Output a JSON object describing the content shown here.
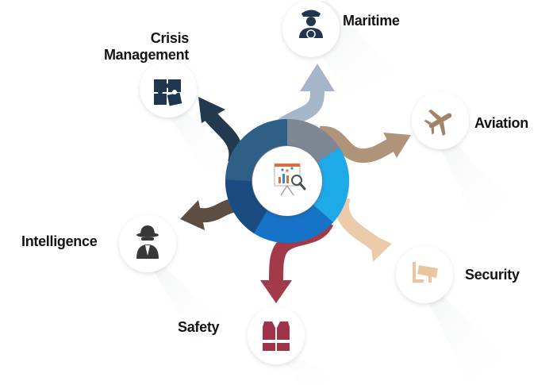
{
  "labels": {
    "maritime": "Maritime",
    "aviation": "Aviation",
    "security": "Security",
    "safety": "Safety",
    "intelligence": "Intelligence",
    "crisis_line1": "Crisis",
    "crisis_line2": "Management"
  },
  "colors": {
    "maritime": "#a4b6c7",
    "aviation": "#b0947a",
    "security": "#eccbaa",
    "safety": "#a23a4a",
    "intelligence": "#5c4e42",
    "crisis": "#22394e",
    "ring_gray": "#6f7b88",
    "ring_dark": "#2e5f86",
    "ring_cyan": "#1ea9e8",
    "ring_blue": "#1773c8",
    "ring_navy": "#1a4c82",
    "icon_dark": "#1f3550",
    "icon_light": "#eac5a0",
    "icon_red": "#a0334a",
    "shadow": "#eef0f2"
  },
  "icons": {
    "center": "presentation-chart-icon",
    "maritime": "captain-helm-icon",
    "aviation": "airplane-icon",
    "security": "security-camera-icon",
    "safety": "life-vest-icon",
    "intelligence": "spy-icon",
    "crisis": "puzzle-icon"
  }
}
